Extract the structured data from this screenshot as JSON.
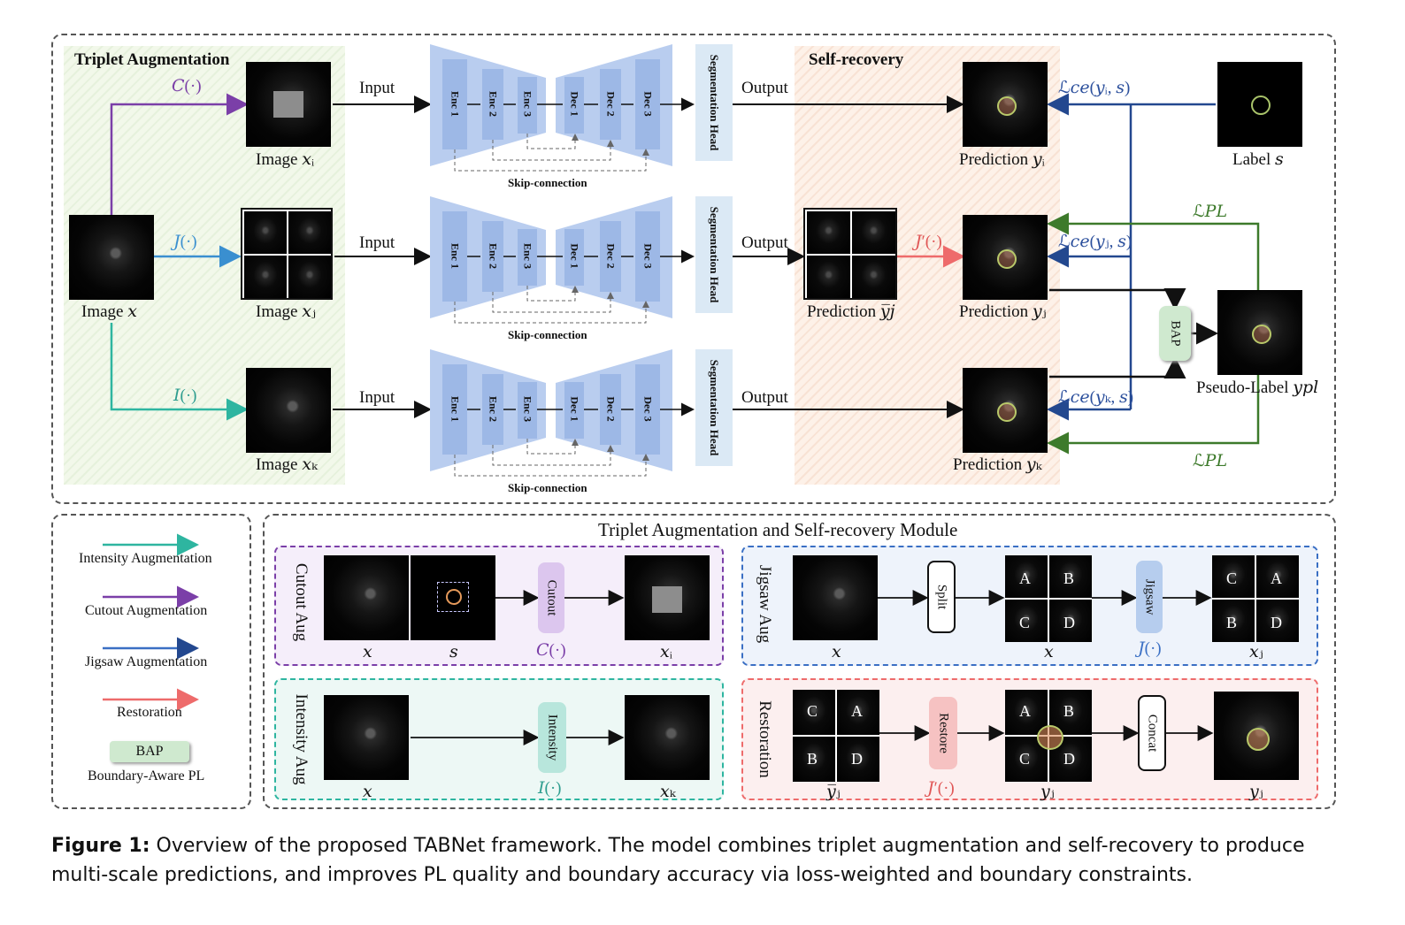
{
  "top": {
    "triplet_aug_title": "Triplet Augmentation",
    "self_recovery_title": "Self-recovery",
    "image_x": "Image 𝑥",
    "image_xi": "Image 𝑥ᵢ",
    "image_xj": "Image 𝑥ⱼ",
    "image_xk": "Image 𝑥ₖ",
    "cutout_fn": "𝐶(·)",
    "jigsaw_fn": "𝐽(·)",
    "intensity_fn": "𝐼(·)",
    "restore_fn": "𝐽′(·)",
    "input_label": "Input",
    "output_label": "Output",
    "enc": [
      "Enc 1",
      "Enc 2",
      "Enc 3"
    ],
    "dec": [
      "Dec 1",
      "Dec 2",
      "Dec 3"
    ],
    "seg_head": "Segmentation Head",
    "skip": "Skip-connection",
    "pred_yi": "Prediction 𝑦ᵢ",
    "pred_yj": "Prediction 𝑦ⱼ",
    "pred_yk": "Prediction 𝑦ₖ",
    "pred_ybar": "Prediction 𝑦̅𝑗",
    "label_s": "Label 𝑠",
    "loss_i": "ℒ𝑐𝑒(𝑦ᵢ, 𝑠)",
    "loss_j": "ℒ𝑐𝑒(𝑦ⱼ, 𝑠)",
    "loss_k": "ℒ𝑐𝑒(𝑦ₖ, 𝑠)",
    "loss_pl_top": "ℒ𝑃𝐿",
    "loss_pl_bottom": "ℒ𝑃𝐿",
    "bap": "BAP",
    "pseudo_label": "Pseudo-Label 𝑦𝑝𝑙"
  },
  "legend": {
    "intensity": "Intensity Augmentation",
    "cutout": "Cutout Augmentation",
    "jigsaw": "Jigsaw Augmentation",
    "restoration": "Restoration",
    "bap_box": "BAP",
    "bap_desc": "Boundary-Aware PL"
  },
  "module": {
    "title": "Triplet Augmentation and Self-recovery Module",
    "cutout_aug": "Cutout Aug",
    "intensity_aug": "Intensity Aug",
    "jigsaw_aug": "Jigsaw Aug",
    "restoration": "Restoration",
    "cutout_box": "Cutout",
    "intensity_box": "Intensity",
    "split_box": "Split",
    "jigsaw_box": "Jigsaw",
    "restore_box": "Restore",
    "concat_box": "Concat",
    "x": "𝑥",
    "s": "𝑠",
    "c_fn": "𝐶(·)",
    "xi": "𝑥ᵢ",
    "i_fn": "𝐼(·)",
    "xk": "𝑥ₖ",
    "j_fn": "𝐽(·)",
    "xj": "𝑥ⱼ",
    "ybar_j": "𝑦̅ⱼ",
    "jp_fn": "𝐽′(·)",
    "yj": "𝑦ⱼ",
    "yj2": "𝑦ⱼ",
    "grid1": [
      "A",
      "B",
      "C",
      "D"
    ],
    "grid2": [
      "C",
      "A",
      "B",
      "D"
    ],
    "grid3": [
      "C",
      "A",
      "B",
      "D"
    ],
    "grid4": [
      "A",
      "B",
      "C",
      "D"
    ]
  },
  "caption": {
    "label": "Figure 1:",
    "text": " Overview of the proposed TABNet framework. The model combines triplet augmentation and self-recovery to produce multi-scale predictions, and improves PL quality and boundary accuracy via loss-weighted and boundary constraints."
  },
  "colors": {
    "intensity": "#2eb5a0",
    "cutout": "#7b3fa8",
    "jigsaw": "#3a6fc4",
    "restoration": "#ee6b6b",
    "loss_blue": "#23488f",
    "loss_green": "#3d7a2b",
    "bap": "#cfe9cf",
    "network": "#b9cdef"
  }
}
